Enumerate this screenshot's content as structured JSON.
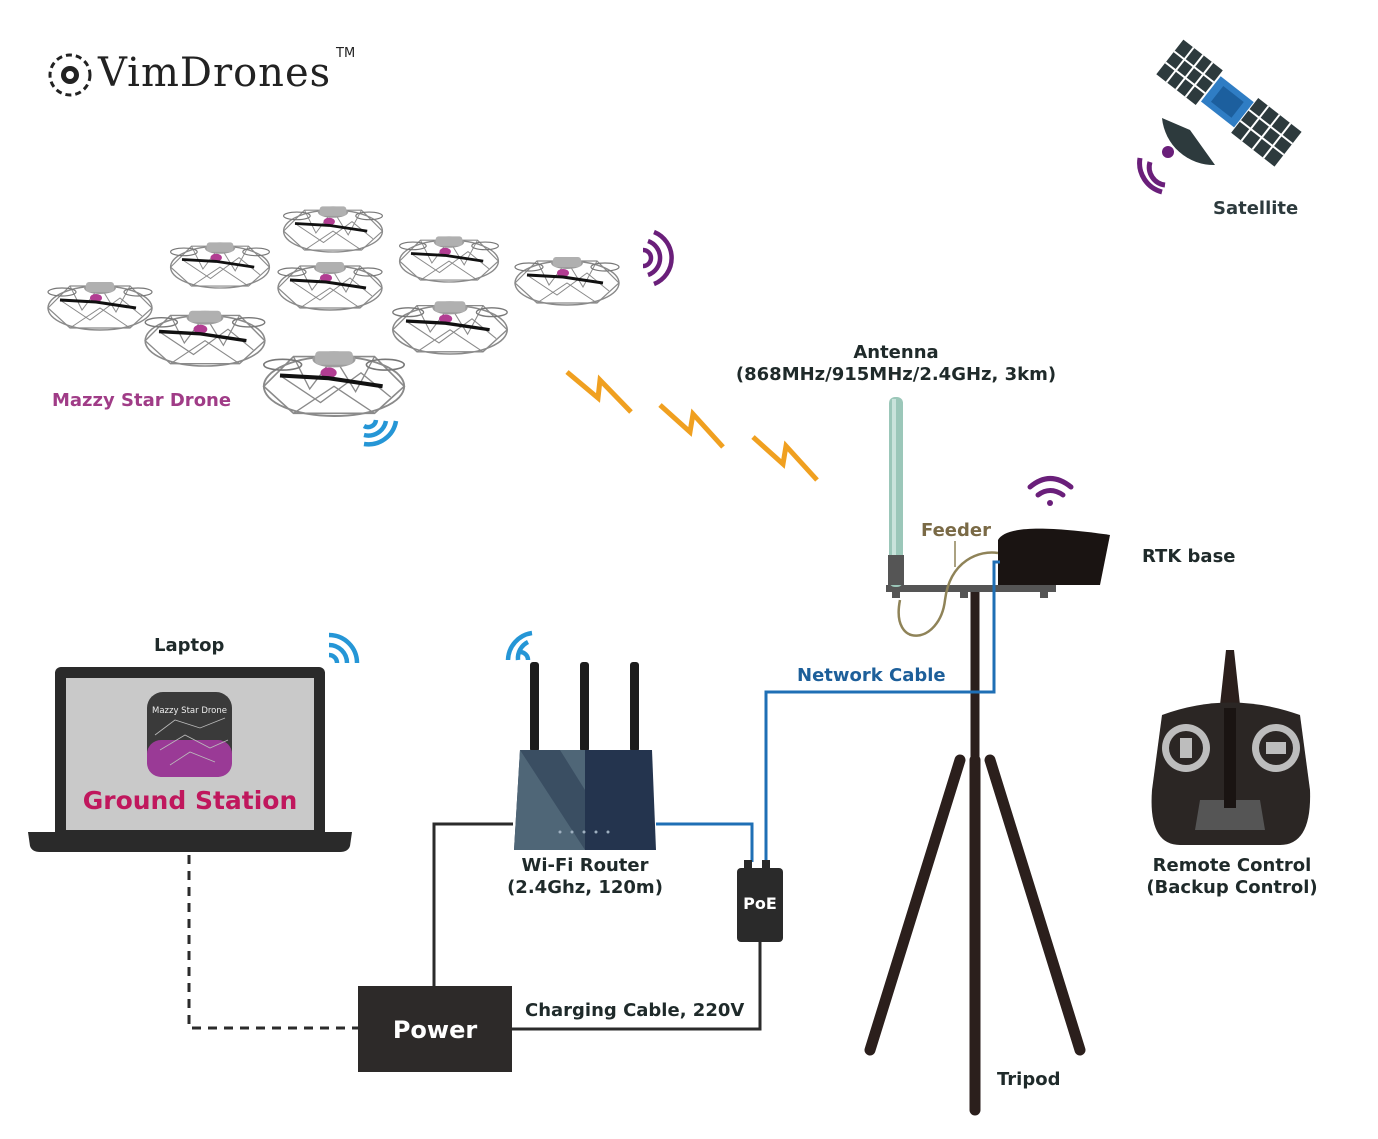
{
  "brand": {
    "name": "VimDrones",
    "tm": "TM"
  },
  "labels": {
    "satellite": "Satellite",
    "drones": "Mazzy Star Drone",
    "antenna_title": "Antenna",
    "antenna_specs": "(868MHz/915MHz/2.4GHz, 3km)",
    "feeder": "Feeder",
    "rtk": "RTK base",
    "network_cable": "Network Cable",
    "laptop": "Laptop",
    "app_name": "Mazzy Star Drone",
    "ground_station": "Ground Station",
    "router_title": "Wi-Fi Router",
    "router_specs": "(2.4Ghz, 120m)",
    "poe": "PoE",
    "power": "Power",
    "charging_cable": "Charging Cable, 220V",
    "tripod": "Tripod",
    "remote_title": "Remote Control",
    "remote_sub": "(Backup Control)"
  },
  "colors": {
    "purple": "#a03c87",
    "signal_purple": "#6a1f7a",
    "signal_blue": "#2596d6",
    "cable_blue": "#1f6fb5",
    "label_blue": "#1d5f9a",
    "lightning": "#f0a020",
    "feeder": "#7a6a46",
    "ground_station": "#c0175d"
  }
}
